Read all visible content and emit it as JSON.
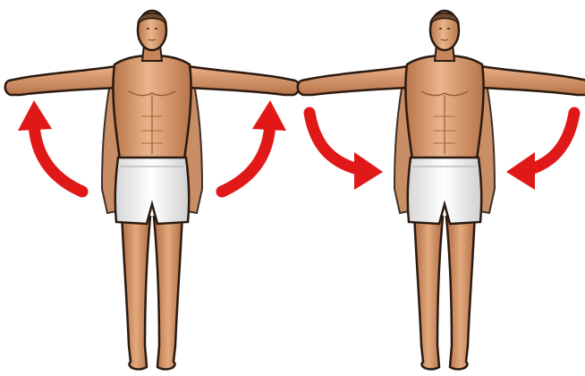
{
  "illustration": {
    "figures": [
      {
        "id": "left",
        "pose": "arms-raised-to-shoulder",
        "motion": "arms-up"
      },
      {
        "id": "right",
        "pose": "arms-raised-to-shoulder",
        "motion": "arms-down"
      }
    ],
    "colors": {
      "background": "#ffffff",
      "skin": "#d99a6c",
      "skin_shadow": "#b8744a",
      "skin_highlight": "#eab58b",
      "hair": "#6b4a2e",
      "shorts": "#f4f4f4",
      "shorts_shadow": "#cfcfcf",
      "outline": "#2a1a10",
      "arrow": "#e01818"
    },
    "icons": [
      "arrow-up-icon",
      "arrow-down-icon"
    ]
  }
}
